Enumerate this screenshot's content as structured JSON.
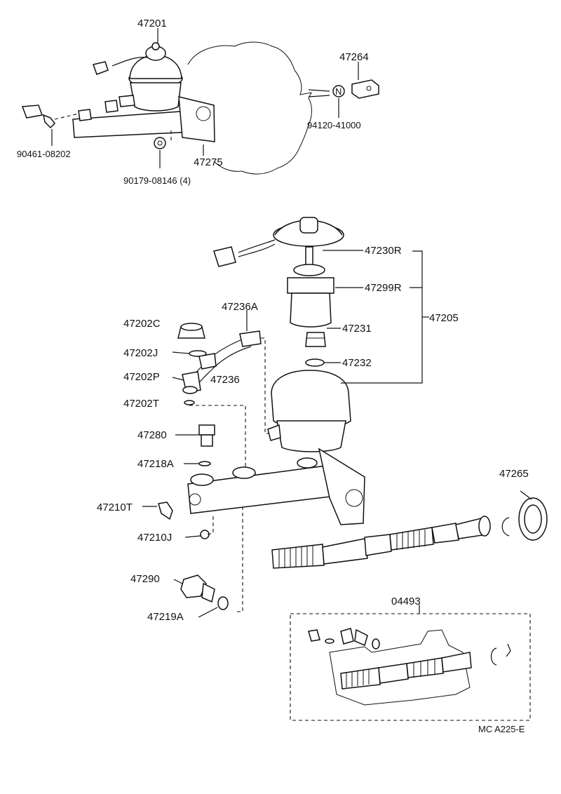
{
  "labels": {
    "p47201": "47201",
    "p47264": "47264",
    "p94120": "94120-41000",
    "p90461": "90461-08202",
    "p47275": "47275",
    "p90179": "90179-08146 (4)",
    "p47230R": "47230R",
    "p47299R": "47299R",
    "p47236A": "47236A",
    "p47202C": "47202C",
    "p47231": "47231",
    "p47205": "47205",
    "p47202J": "47202J",
    "p47232": "47232",
    "p47202P": "47202P",
    "p47236": "47236",
    "p47202T": "47202T",
    "p47280": "47280",
    "p47218A": "47218A",
    "p47265": "47265",
    "p47210T": "47210T",
    "p47210J": "47210J",
    "p47290": "47290",
    "p04493": "04493",
    "p47219A": "47219A",
    "code": "MC   A225-E"
  },
  "symbols": {
    "n_mark": "N"
  }
}
